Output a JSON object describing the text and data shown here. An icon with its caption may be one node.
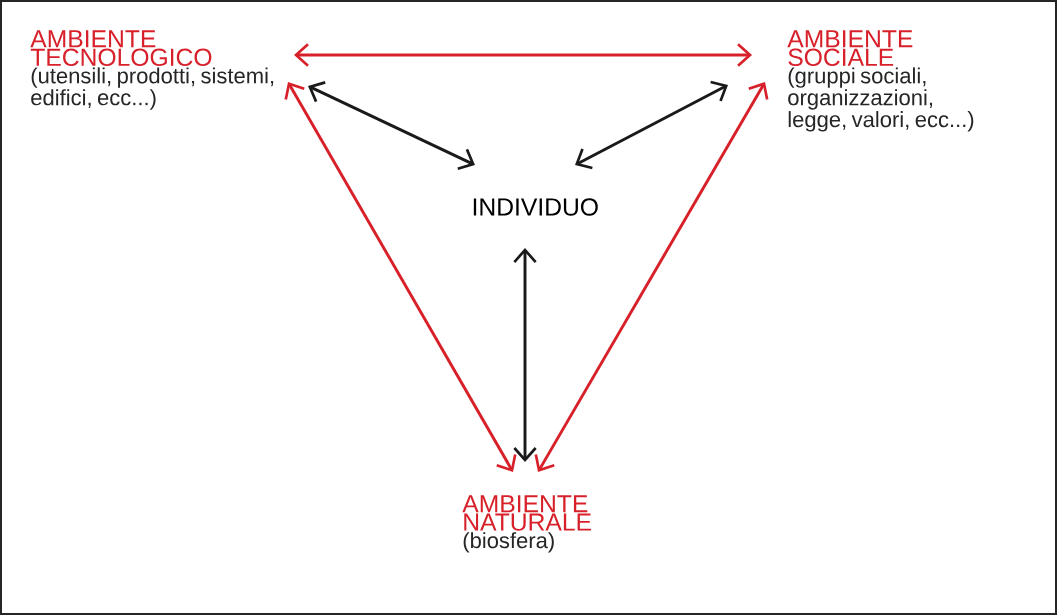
{
  "diagram": {
    "nodes": [
      {
        "text": [
          "AMBIENTE TECNOLOGICO",
          "(utensili, prodotti, sistemi, edifici, ecc...)"
        ]
      },
      {
        "text": [
          "AMBIENTE SOCIALE",
          "(gruppi sociali, organizzazioni, legge, valori, ecc...)"
        ]
      },
      {
        "text": [
          "INDIVIDUO"
        ]
      },
      {
        "text": [
          "AMBIENTE NATURALE",
          "(biosfera)"
        ]
      }
    ],
    "edges": [
      {
        "from": 0,
        "to": 1,
        "arrow": "both",
        "color": "#d7202a"
      },
      {
        "from": 0,
        "to": 3,
        "arrow": "both",
        "color": "#d7202a"
      },
      {
        "from": 1,
        "to": 3,
        "arrow": "both",
        "color": "#d7202a"
      },
      {
        "from": 2,
        "to": 0,
        "arrow": "both",
        "color": "#1a1a1a"
      },
      {
        "from": 2,
        "to": 1,
        "arrow": "both",
        "color": "#1a1a1a"
      },
      {
        "from": 2,
        "to": 3,
        "arrow": "both",
        "color": "#1a1a1a"
      }
    ]
  }
}
